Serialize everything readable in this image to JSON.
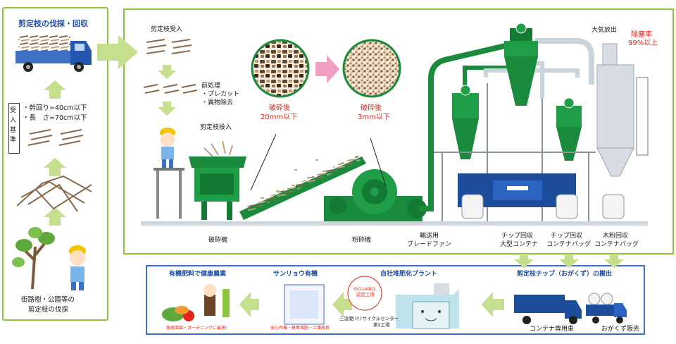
{
  "left_panel": {
    "title": "剪定枝の伐採・回収",
    "criteria_label": "受入基準",
    "criteria_1": "・幹回り=40cm以下",
    "criteria_2": "・長　さ=70cm以下",
    "source_line1": "街路樹・公園等の",
    "source_line2": "剪定枝の伐採"
  },
  "plant": {
    "receive_label": "剪定枝受入",
    "pretreat_title": "前処理",
    "pretreat_1": "・プレカット",
    "pretreat_2": "・異物除去",
    "input_label": "剪定枝投入",
    "crushed_20_line1": "破砕後",
    "crushed_20_line2": "20mm以下",
    "crushed_3_line1": "破砕後",
    "crushed_3_line2": "3mm以下",
    "atmosphere_label": "大気放出",
    "dust_line1": "除塵率",
    "dust_line2": "99%以上",
    "crusher_label": "破砕機",
    "pulverizer_label": "粉砕機",
    "fan_line1": "輸送用",
    "fan_line2": "ブレードファン",
    "chip_large_line1": "チップ回収",
    "chip_large_line2": "大型コンテナ",
    "chip_bag_line1": "チップ回収",
    "chip_bag_line2": "コンテナバッグ",
    "wood_bag_line1": "木粉回収",
    "wood_bag_line2": "コンテナバッグ"
  },
  "bottom": {
    "farming_title": "有機肥料で健康農業",
    "farming_sub": "家庭菜園・ガーデニングに最適!",
    "product_title": "サンリョウ有機",
    "product_sub": "安心有機・無臭堆肥・土壌改良",
    "compost_title": "自社堆肥化プラント",
    "iso_line1": "ISO14001",
    "iso_line2": "認定工場",
    "center_line1": "三凌愛川リサイクルセンター",
    "center_line2": "第2工場",
    "export_title": "剪定枝チップ（おがくず）の搬出",
    "truck1_label": "コンテナ専用車",
    "truck2_label": "おがくず販売"
  },
  "colors": {
    "panel_border": "#8cc63f",
    "arrow": "#c6df8e",
    "title_blue": "#1e4fa0",
    "machine_green": "#1a8a3c",
    "red": "#e0261b",
    "silver": "#d7dde2",
    "truck_blue": "#1d4c9b"
  }
}
